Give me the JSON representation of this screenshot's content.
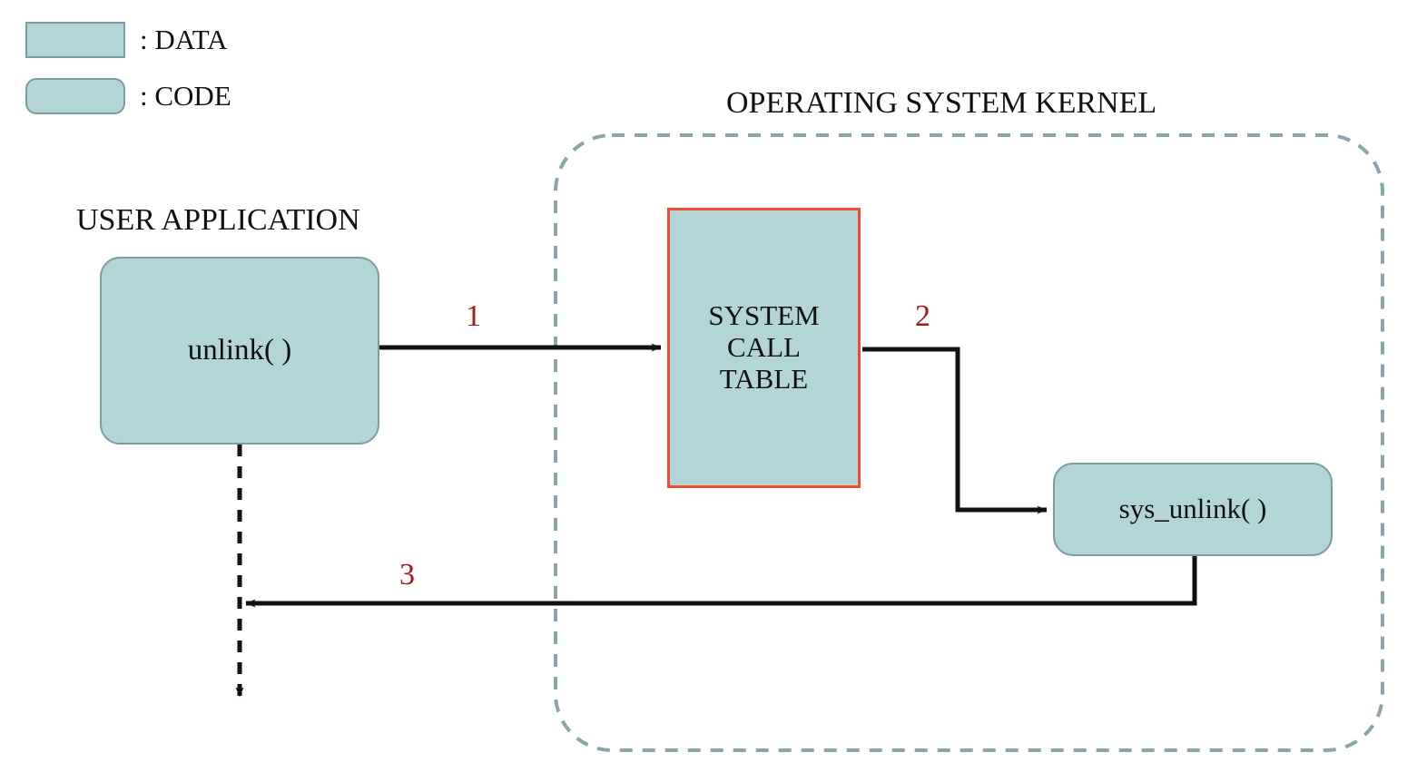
{
  "diagram": {
    "title_user_application": "USER APPLICATION",
    "title_os_kernel": "OPERATING SYSTEM KERNEL",
    "legend": [
      {
        "label": ": DATA",
        "shape": "square",
        "swatch_fill": "#b3d5d7",
        "swatch_border": "#7d9ca0"
      },
      {
        "label": ": CODE",
        "shape": "rounded",
        "swatch_fill": "#b3d5d7",
        "swatch_border": "#7d9ca0"
      }
    ],
    "nodes": [
      {
        "id": "unlink",
        "label": "unlink( )",
        "type": "CODE",
        "fill": "#b3d5d7",
        "border": "#7d9ca0"
      },
      {
        "id": "syscall-table",
        "label_line_1": "SYSTEM",
        "label_line_2": "CALL",
        "label_line_3": "TABLE",
        "type": "DATA",
        "fill": "#b3d5d7",
        "border": "#f24a34"
      },
      {
        "id": "sys-unlink",
        "label": "sys_unlink( )",
        "type": "CODE",
        "fill": "#b3d5d7",
        "border": "#7d9ca0"
      }
    ],
    "steps": [
      {
        "number": "1",
        "from": "unlink( )",
        "to": "SYSTEM CALL TABLE"
      },
      {
        "number": "2",
        "from": "SYSTEM CALL TABLE",
        "to": "sys_unlink( )"
      },
      {
        "number": "3",
        "from": "sys_unlink( )",
        "to": "unlink( )"
      }
    ],
    "step_label_color": "#a41818",
    "kernel_boundary_color": "#8aa4ac",
    "arrow_color": "#111111"
  }
}
